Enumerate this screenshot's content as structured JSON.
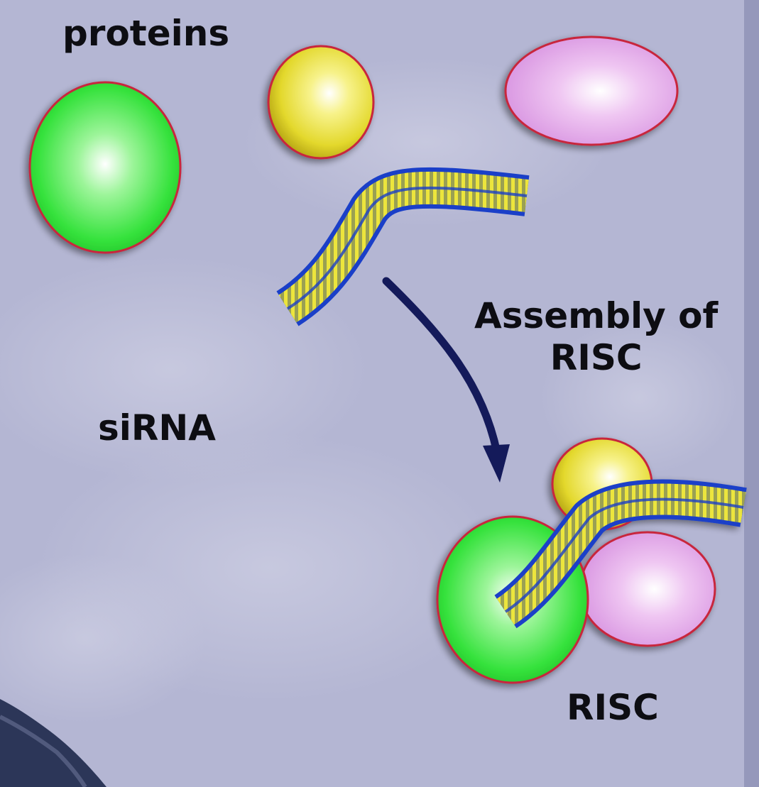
{
  "labels": {
    "proteins": "proteins",
    "assembly_line1": "Assembly of",
    "assembly_line2": "RISC",
    "sirna": "siRNA",
    "risc": "RISC"
  },
  "colors": {
    "background": "#b4b6d3",
    "protein_green": "#33e43a",
    "protein_yellow": "#e6dc2c",
    "protein_pink": "#e3a4ea",
    "protein_outline": "#c8283c",
    "rna_backbone": "#1a3fc8",
    "rna_rungs": "#e8e43a",
    "arrow": "#141a5a"
  }
}
